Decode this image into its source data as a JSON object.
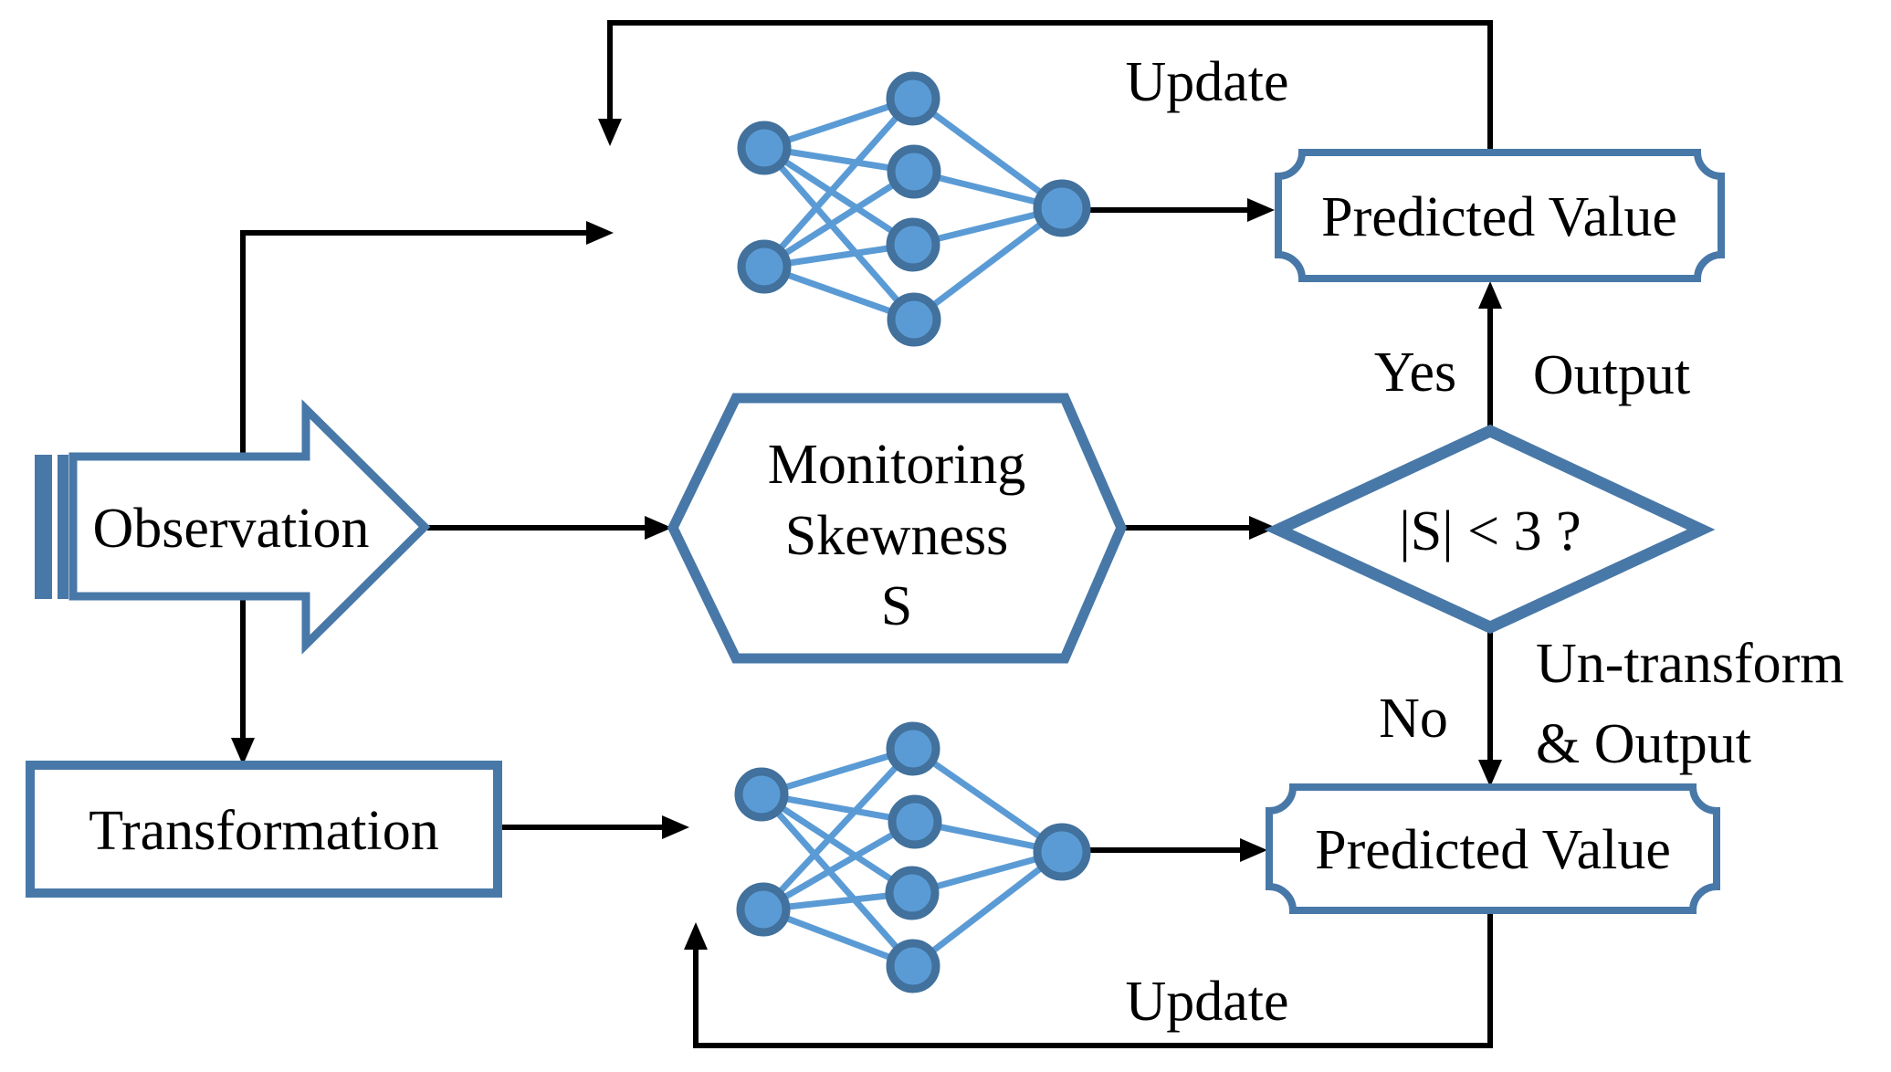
{
  "nodes": {
    "observation": {
      "label": "Observation"
    },
    "transformation": {
      "label": "Transformation"
    },
    "monitoring_skewness": {
      "line1": "Monitoring",
      "line2": "Skewness",
      "line3": "S"
    },
    "decision": {
      "label": "|S| < 3 ?"
    },
    "predicted_value_top": {
      "label": "Predicted Value"
    },
    "predicted_value_bottom": {
      "label": "Predicted Value"
    }
  },
  "edge_labels": {
    "update_top": "Update",
    "update_bottom": "Update",
    "yes": "Yes",
    "output": "Output",
    "no": "No",
    "un_transform_line1": "Un-transform",
    "un_transform_line2": "& Output"
  },
  "icons": {
    "neural_network_top": "neural-network-icon",
    "neural_network_bottom": "neural-network-icon"
  },
  "colors": {
    "shape_border": "#4878a8",
    "nn_edge": "#5b9bd5",
    "nn_node_fill": "#5b9bd5",
    "nn_node_ring": "#41719c",
    "flow_line": "#000000",
    "text": "#000000",
    "background": "#ffffff"
  }
}
